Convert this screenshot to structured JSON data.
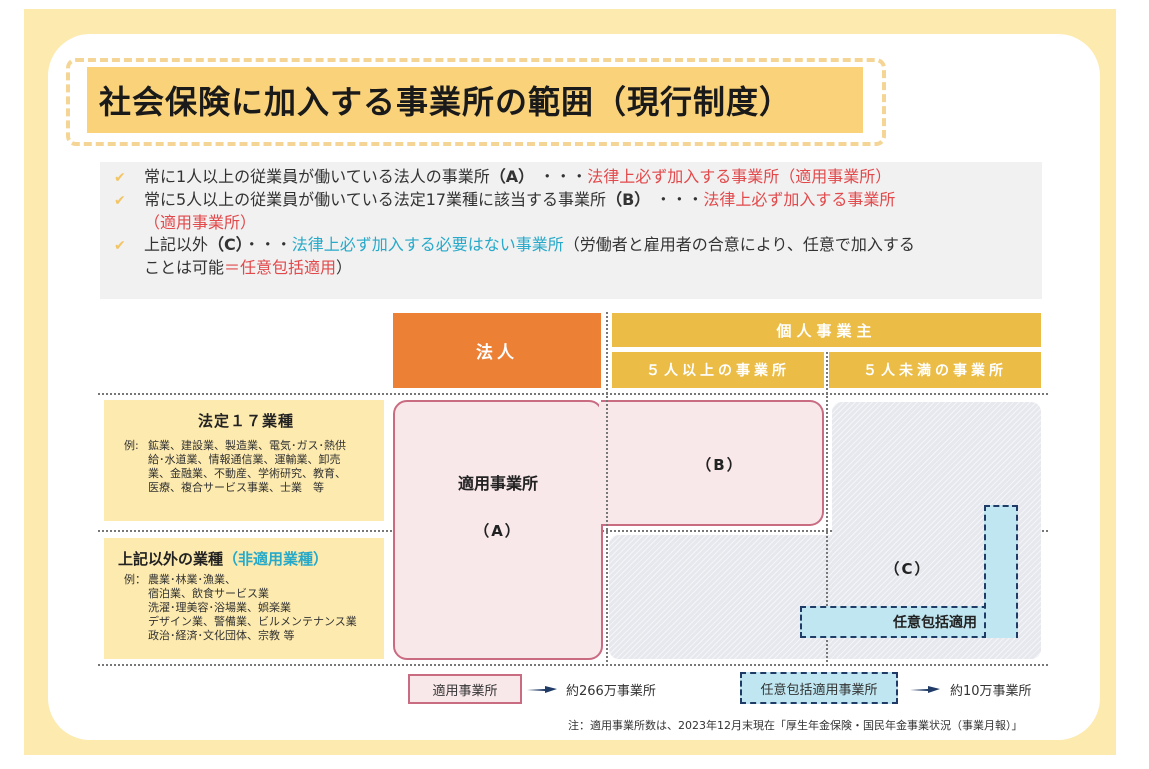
{
  "title": "社会保険に加入する事業所の範囲（現行制度）",
  "notes": [
    {
      "icon": "check-icon",
      "text": "常に1人以上の従業員が働いている法人の事業所",
      "marker": "（A）",
      "dots": "・・・",
      "highlight": "法律上必ず加入する事業所（適用事業所）"
    },
    {
      "icon": "check-icon",
      "text": "常に5人以上の従業員が働いている法定17業種に該当する事業所",
      "marker": "（B）",
      "dots": "・・・",
      "highlight": "法律上必ず加入する事業所",
      "highlight_cont": "（適用事業所）"
    },
    {
      "icon": "check-icon",
      "text": "上記以外",
      "marker": "（C）",
      "dots": "・・・",
      "highlight": "法律上必ず加入する必要はない事業所",
      "rest": "（労働者と雇用者の合意により、任意で加入する",
      "cont_text": "ことは可能",
      "cont_highlight": "＝任意包括適用",
      "cont_close": "）"
    }
  ],
  "header": {
    "hojin": "法人",
    "kojin": "個人事業主",
    "sub1": "５人以上の事業所",
    "sub2": "５人未満の事業所"
  },
  "categories": [
    {
      "title": "法定１７業種",
      "example_label": "例:",
      "examples": [
        "鉱業、建設業、製造業、電気･ガス･熱供",
        "給･水道業、情報通信業、運輸業、卸売",
        "業、金融業、不動産、学術研究、教育、",
        "医療、複合サービス事業、士業　等"
      ]
    },
    {
      "title": "上記以外の業種",
      "title_highlight": "（非適用業種）",
      "example_label": "例：",
      "examples": [
        "農業･林業･漁業、",
        "宿泊業、飲食サービス業",
        "洗濯･理美容･浴場業、娯楽業",
        "デザイン業、警備業、ビルメンテナンス業",
        "政治･経済･文化団体、宗教 等"
      ]
    }
  ],
  "areas": {
    "a_main": "適用事業所",
    "a": "（A）",
    "b": "（B）",
    "c": "（C）",
    "nini": "任意包括適用"
  },
  "legend": [
    {
      "label": "適用事業所",
      "value": "約266万事業所"
    },
    {
      "label": "任意包括適用事業所",
      "value": "約10万事業所"
    }
  ],
  "footnote": "注：適用事業所数は、2023年12月末現在「厚生年金保険・国民年金事業状況（事業月報）」",
  "colors": {
    "frame": "#fdeaaf",
    "title_bg": "#f9d27a",
    "hojin_header": "#ec8136",
    "kojin_header": "#ebbd47",
    "applied_fill": "#f9e8ea",
    "applied_border": "#c96c82",
    "nini_fill": "#bfe6f1",
    "nini_border": "#1f3b66",
    "red_text": "#e2494b",
    "cyan_text": "#27a9c9"
  }
}
